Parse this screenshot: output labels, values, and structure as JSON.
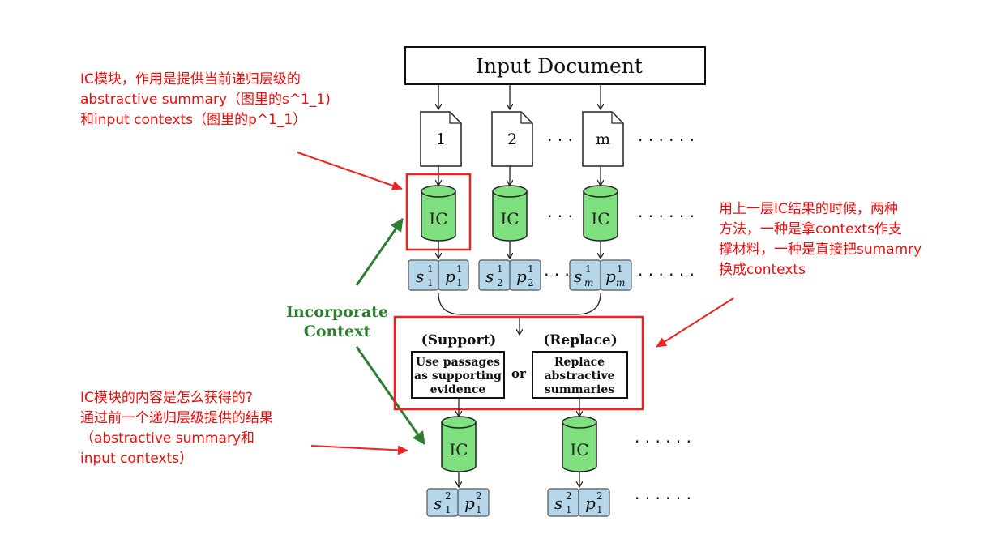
{
  "diagram": {
    "input_document": "Input Document",
    "doc_labels": [
      "1",
      "2",
      "m"
    ],
    "ellipsis_small": "· · ·",
    "ellipsis_wide": "· · · · · ·",
    "ic_label": "IC",
    "level1_pairs": [
      {
        "s_base": "s",
        "s_sup": "1",
        "s_sub": "1",
        "p_base": "p",
        "p_sup": "1",
        "p_sub": "1"
      },
      {
        "s_base": "s",
        "s_sup": "1",
        "s_sub": "2",
        "p_base": "p",
        "p_sup": "1",
        "p_sub": "2"
      },
      {
        "s_base": "s",
        "s_sup": "1",
        "s_sub": "m",
        "p_base": "p",
        "p_sup": "1",
        "p_sub": "m"
      }
    ],
    "level2_pairs": [
      {
        "s_base": "s",
        "s_sup": "2",
        "s_sub": "1",
        "p_base": "p",
        "p_sup": "2",
        "p_sub": "1"
      },
      {
        "s_base": "s",
        "s_sup": "2",
        "s_sub": "1",
        "p_base": "p",
        "p_sup": "2",
        "p_sub": "1"
      }
    ],
    "incorporate_context": [
      "Incorporate",
      "Context"
    ],
    "support_title": "(Support)",
    "replace_title": "(Replace)",
    "support_box": [
      "Use passages",
      "as supporting",
      "evidence"
    ],
    "replace_box": [
      "Replace",
      "abstractive",
      "summaries"
    ],
    "or_label": "or"
  },
  "annotations": {
    "top_left": [
      "IC模块，作用是提供当前递归层级的",
      "abstractive summary（图里的s^1_1)",
      "和input contexts（图里的p^1_1）"
    ],
    "right": [
      "用上一层IC结果的时候，两种",
      "方法，一种是拿contexts作支",
      "撑材料，一种是直接把sumamry",
      "换成contexts"
    ],
    "bottom_left": [
      "IC模块的内容是怎么获得的?",
      "通过前一个递归层级提供的结果",
      "（abstractive summary和",
      "input contexts）"
    ]
  },
  "colors": {
    "annotation_red": "#f00c0c",
    "cylinder_green": "#7fe07f",
    "pair_blue": "#b6d7ea",
    "context_green": "#2e7d32"
  }
}
